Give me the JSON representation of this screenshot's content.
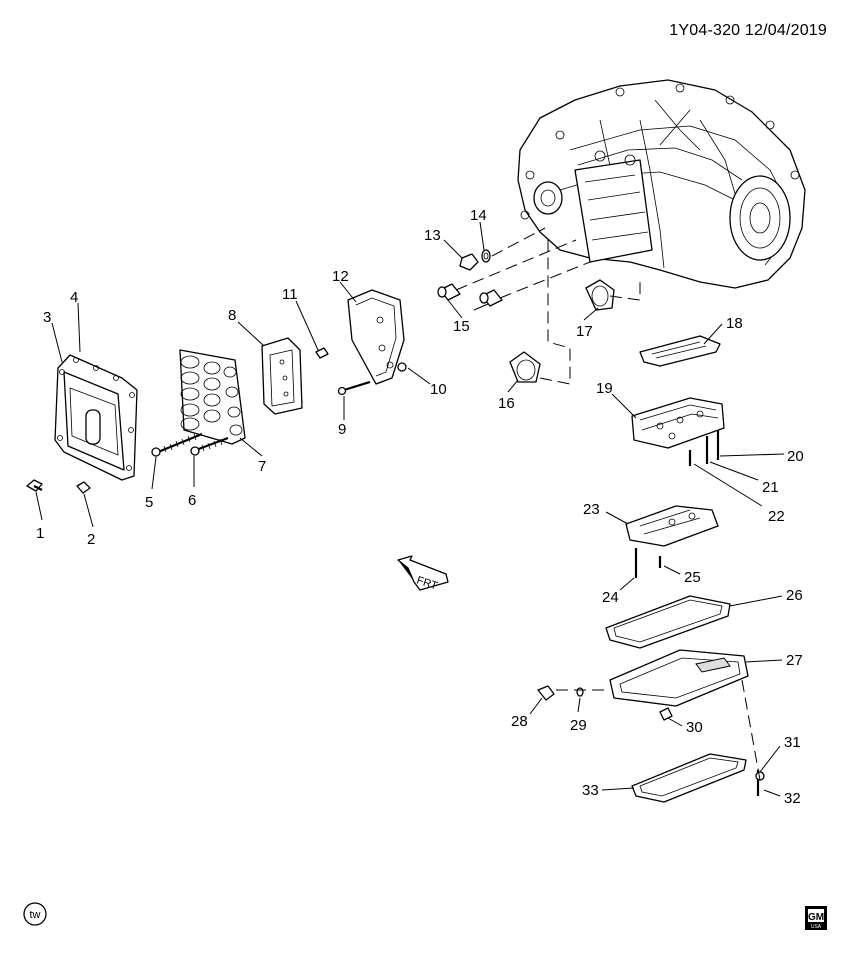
{
  "header": {
    "code": "1Y04-320  12/04/2019"
  },
  "callouts": [
    "1",
    "2",
    "3",
    "4",
    "5",
    "6",
    "7",
    "8",
    "9",
    "10",
    "11",
    "12",
    "13",
    "14",
    "15",
    "16",
    "17",
    "18",
    "19",
    "20",
    "21",
    "22",
    "23",
    "24",
    "25",
    "26",
    "27",
    "28",
    "29",
    "30",
    "31",
    "32",
    "33"
  ],
  "marks": {
    "front_arrow": "FRT",
    "tw_badge": "tw",
    "logo_top": "GM",
    "logo_bottom": "USA"
  },
  "icons": [
    "front-direction-arrow-icon",
    "tw-circle-icon",
    "gm-logo-icon"
  ]
}
